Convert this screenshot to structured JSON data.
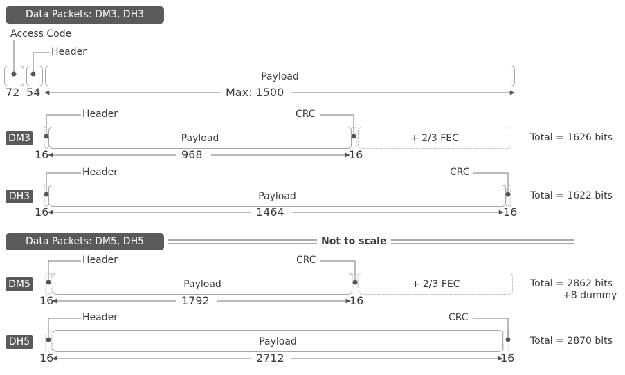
{
  "section1": {
    "title": "Data Packets: DM3, DH3"
  },
  "section2": {
    "title": "Data Packets: DM5, DH5",
    "note": "Not to scale"
  },
  "generic": {
    "access_code_label": "Access Code",
    "header_label": "Header",
    "payload_label": "Payload",
    "access_code_bits": "72",
    "header_bits": "54",
    "payload_max": "Max: 1500"
  },
  "packets": [
    {
      "tag": "DM3",
      "header_label": "Header",
      "crc_label": "CRC",
      "payload_label": "Payload",
      "fec_label": "+ 2/3 FEC",
      "header_bits": "16",
      "payload_bits": "968",
      "crc_bits": "16",
      "total": "Total = 1626 bits"
    },
    {
      "tag": "DH3",
      "header_label": "Header",
      "crc_label": "CRC",
      "payload_label": "Payload",
      "header_bits": "16",
      "payload_bits": "1464",
      "crc_bits": "16",
      "total": "Total = 1622 bits"
    },
    {
      "tag": "DM5",
      "header_label": "Header",
      "crc_label": "CRC",
      "payload_label": "Payload",
      "fec_label": "+ 2/3 FEC",
      "header_bits": "16",
      "payload_bits": "1792",
      "crc_bits": "16",
      "total": "Total = 2862 bits",
      "total_extra": "+8 dummy"
    },
    {
      "tag": "DH5",
      "header_label": "Header",
      "crc_label": "CRC",
      "payload_label": "Payload",
      "header_bits": "16",
      "payload_bits": "2712",
      "crc_bits": "16",
      "total": "Total = 2870 bits"
    }
  ],
  "colors": {
    "badge": "#5a5a5a",
    "line": "#a8a8a8",
    "text": "#3c3c3c",
    "dot": "#555555"
  }
}
